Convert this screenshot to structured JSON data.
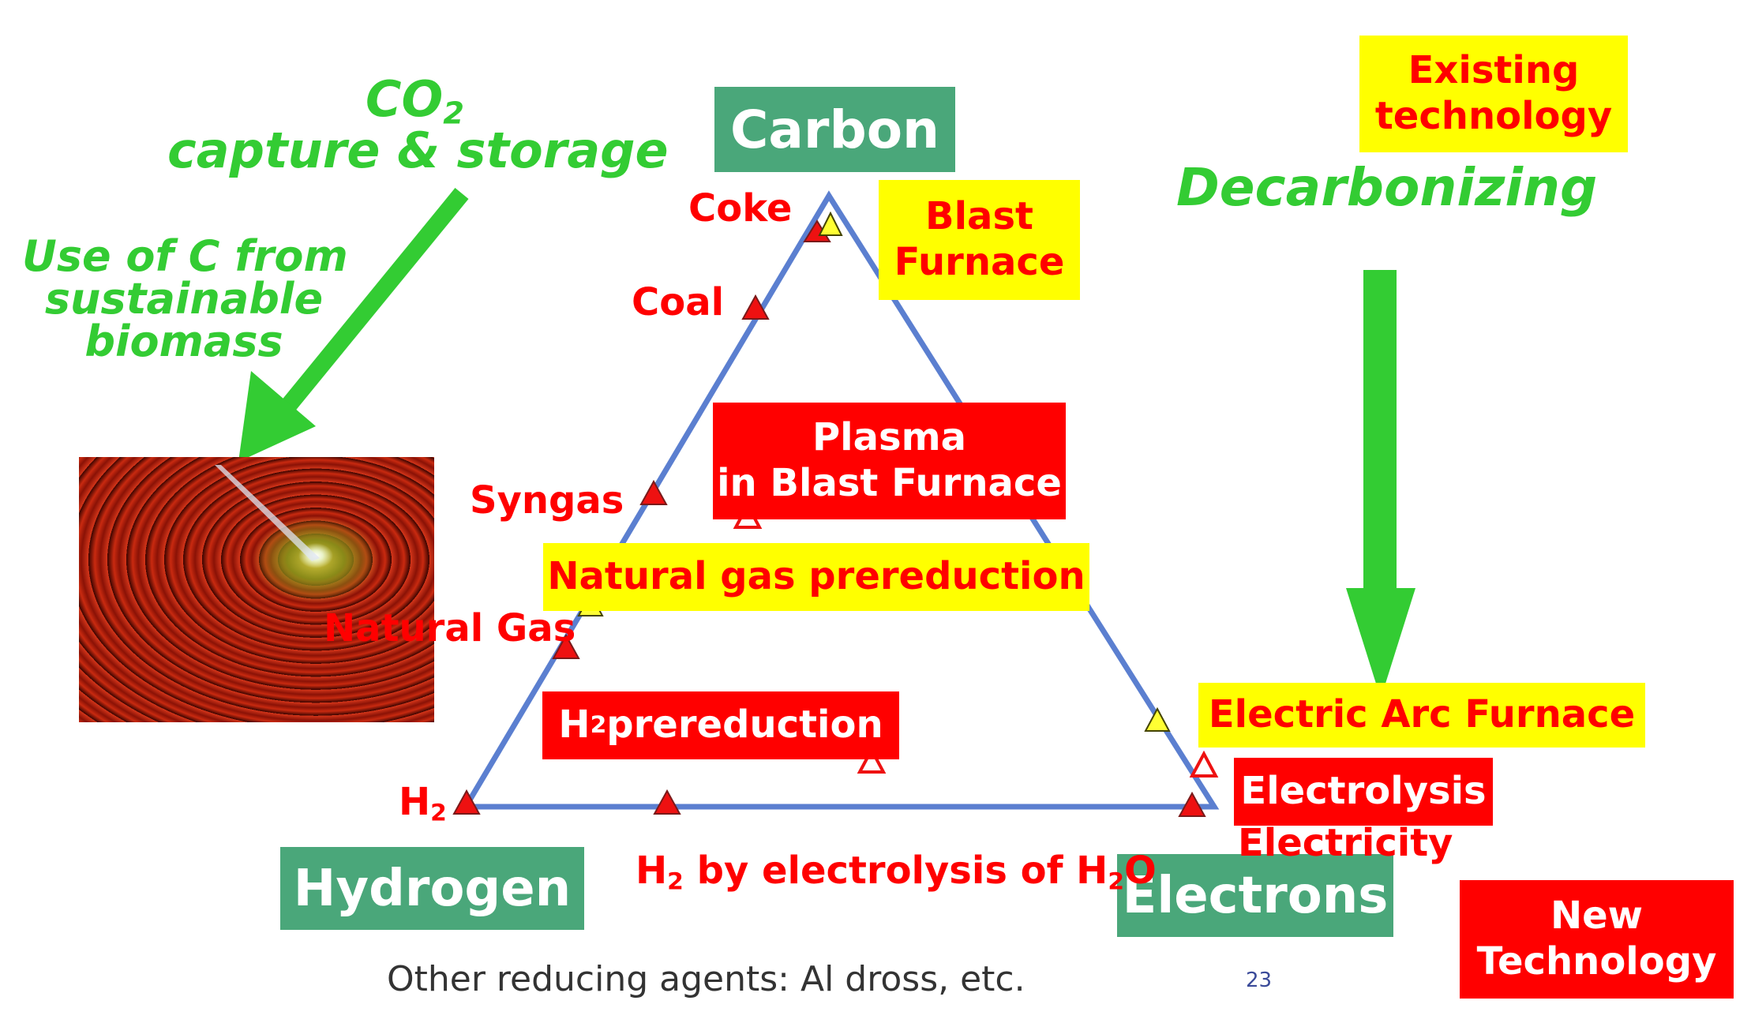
{
  "nodes": {
    "carbon": "Carbon",
    "hydrogen": "Hydrogen",
    "electrons": "Electrons"
  },
  "points": {
    "coke": "Coke",
    "coal": "Coal",
    "syngas": "Syngas",
    "natural_gas": "Natural Gas",
    "h2": "H",
    "h2_sub": "2",
    "h2_electrolysis_pre": "H",
    "h2_electrolysis_sub1": "2",
    "h2_electrolysis_mid": " by electrolysis of H",
    "h2_electrolysis_sub2": "2",
    "h2_electrolysis_post": "O",
    "electricity": "Electricity"
  },
  "technologies": {
    "blast_furnace": [
      "Blast",
      "Furnace"
    ],
    "plasma": [
      "Plasma",
      "in Blast Furnace"
    ],
    "natural_gas_prereduction": "Natural gas prereduction",
    "h2_prereduction_pre": "H",
    "h2_prereduction_sub": "2",
    "h2_prereduction_post": " prereduction",
    "electric_arc_furnace": "Electric Arc Furnace",
    "electrolysis": "Electrolysis"
  },
  "legend": {
    "existing": [
      "Existing",
      "technology"
    ],
    "new": [
      "New",
      "Technology"
    ]
  },
  "annotations": {
    "co2_main": "CO",
    "co2_sub": "2",
    "capture": "capture & storage",
    "biomass": [
      "Use of C from",
      "sustainable",
      "biomass"
    ],
    "decarbonizing": "Decarbonizing"
  },
  "footer": {
    "note": "Other reducing agents: Al dross, etc.",
    "page_number": "23"
  },
  "colors": {
    "triangle": "#5b7fd0",
    "node_green": "#4aa77a",
    "arrow_green": "#33cc33",
    "existing": "#ffff00",
    "new": "#ff0000"
  },
  "image": {
    "icon": "swirl-photo-icon"
  }
}
